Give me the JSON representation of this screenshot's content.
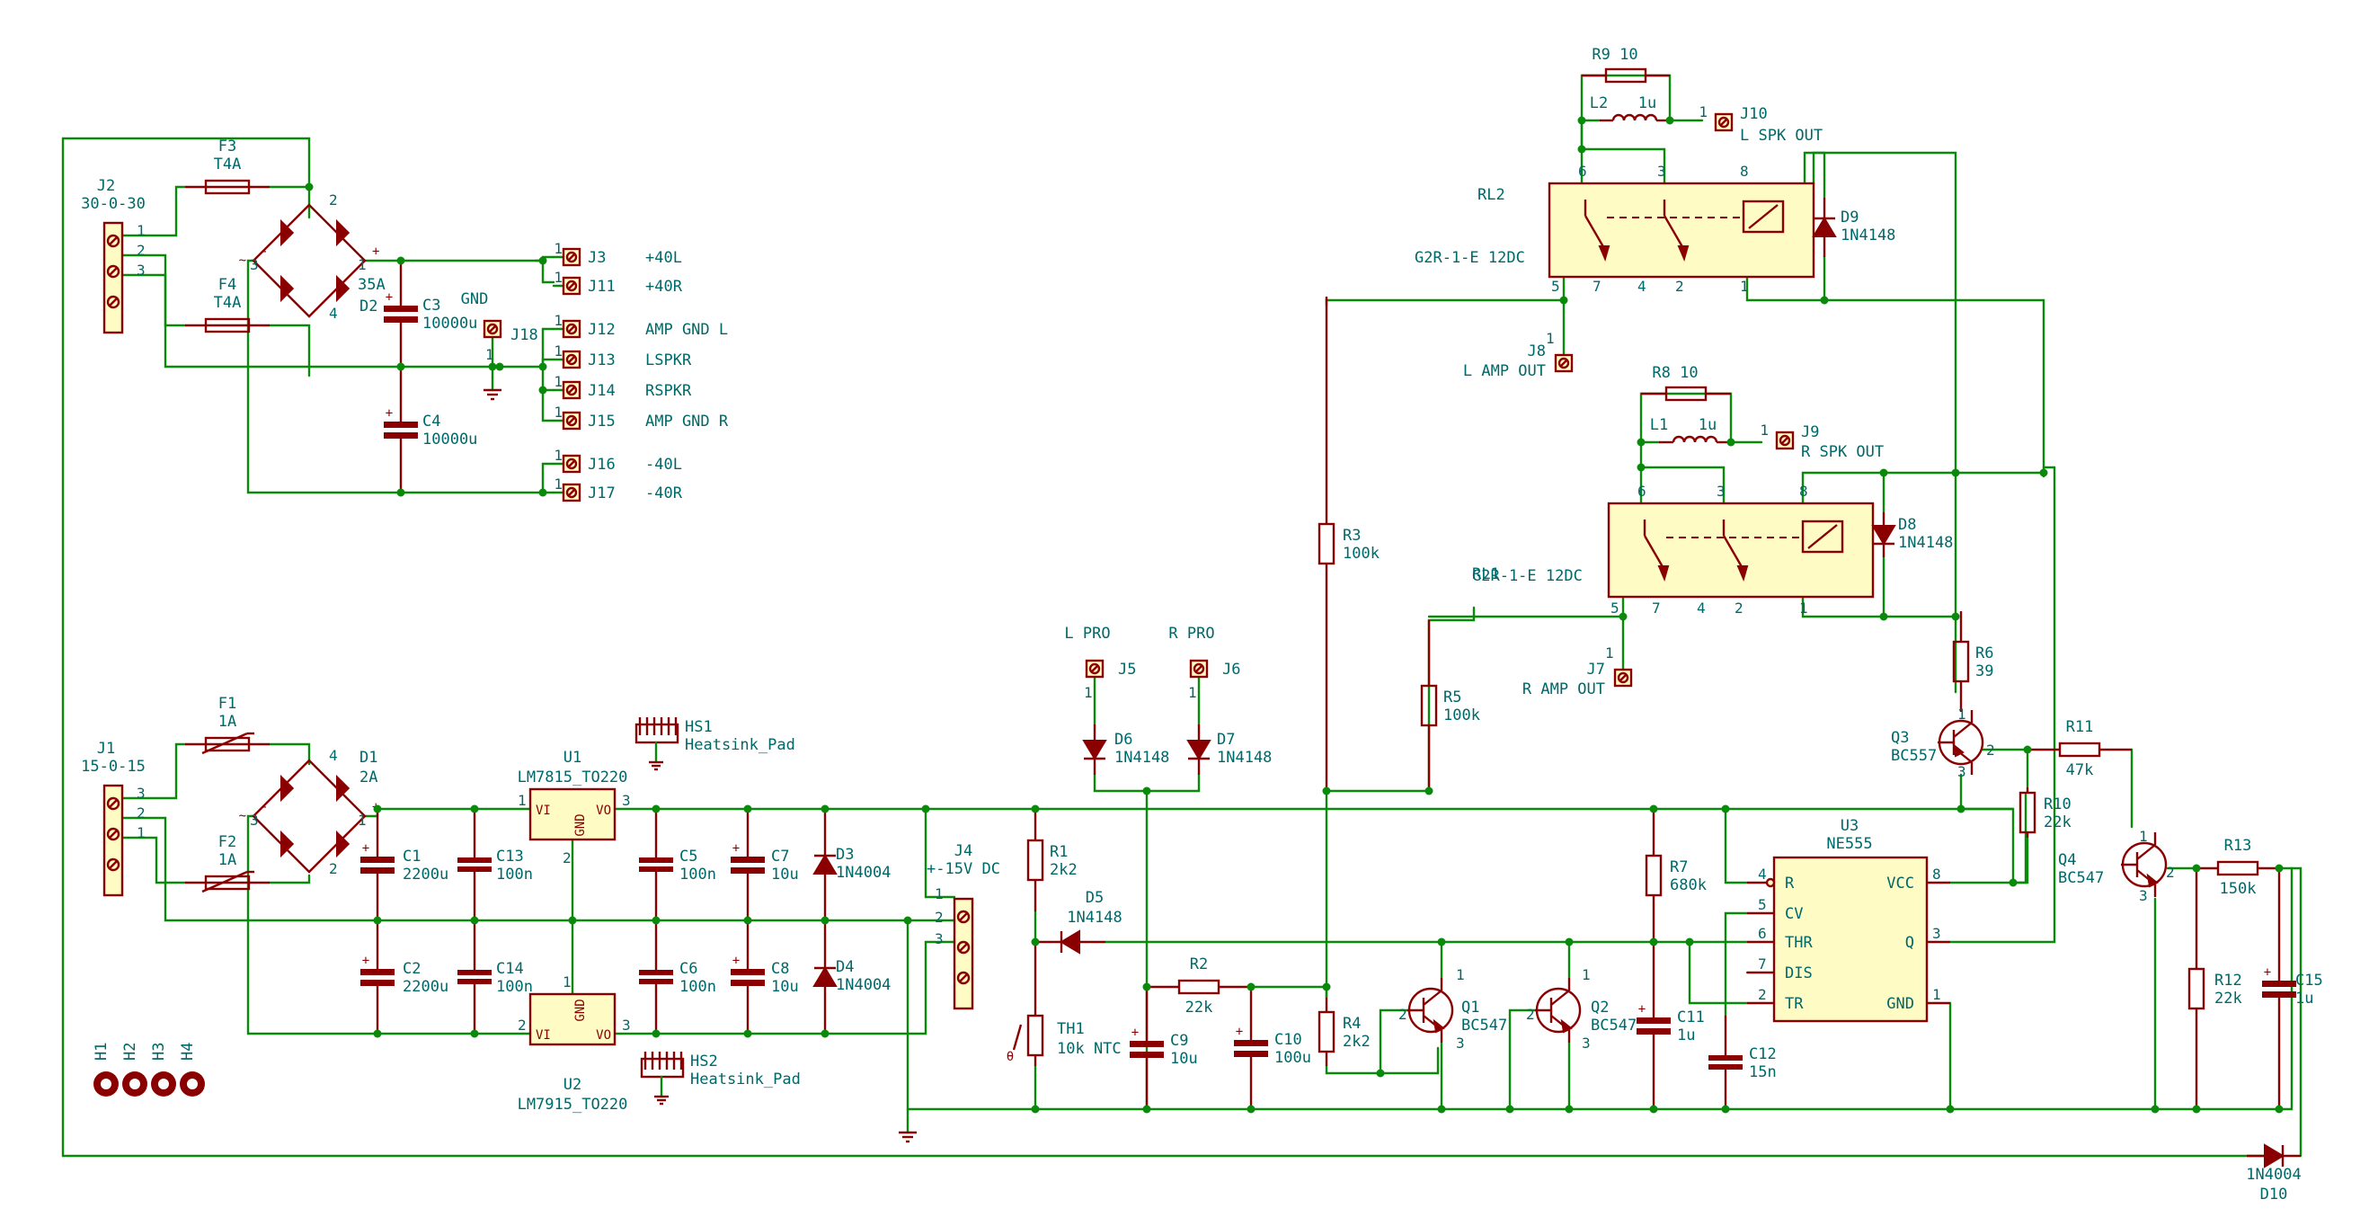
{
  "components": {
    "J1": {
      "ref": "J1",
      "value": "15-0-15",
      "pins": [
        "3",
        "2",
        "1"
      ]
    },
    "J2": {
      "ref": "J2",
      "value": "30-0-30",
      "pins": [
        "1",
        "2",
        "3"
      ]
    },
    "F1": {
      "ref": "F1",
      "value": "1A"
    },
    "F2": {
      "ref": "F2",
      "value": "1A"
    },
    "F3": {
      "ref": "F3",
      "value": "T4A"
    },
    "F4": {
      "ref": "F4",
      "value": "T4A"
    },
    "D1": {
      "ref": "D1",
      "value": "2A"
    },
    "D2": {
      "ref": "D2",
      "value": "35A"
    },
    "C1": {
      "ref": "C1",
      "value": "2200u"
    },
    "C2": {
      "ref": "C2",
      "value": "2200u"
    },
    "C3": {
      "ref": "C3",
      "value": "10000u"
    },
    "C4": {
      "ref": "C4",
      "value": "10000u"
    },
    "C5": {
      "ref": "C5",
      "value": "100n"
    },
    "C6": {
      "ref": "C6",
      "value": "100n"
    },
    "C7": {
      "ref": "C7",
      "value": "10u"
    },
    "C8": {
      "ref": "C8",
      "value": "10u"
    },
    "C9": {
      "ref": "C9",
      "value": "10u"
    },
    "C10": {
      "ref": "C10",
      "value": "100u"
    },
    "C11": {
      "ref": "C11",
      "value": "1u"
    },
    "C12": {
      "ref": "C12",
      "value": "15n"
    },
    "C13": {
      "ref": "C13",
      "value": "100n"
    },
    "C14": {
      "ref": "C14",
      "value": "100n"
    },
    "C15": {
      "ref": "C15",
      "value": "1u"
    },
    "U1": {
      "ref": "U1",
      "value": "LM7815_TO220",
      "vi": "VI",
      "vo": "VO",
      "gnd": "GND"
    },
    "U2": {
      "ref": "U2",
      "value": "LM7915_TO220",
      "vi": "VI",
      "vo": "VO",
      "gnd": "GND"
    },
    "U3": {
      "ref": "U3",
      "value": "NE555",
      "pins": [
        "R",
        "VCC",
        "CV",
        "THR",
        "Q",
        "DIS",
        "TR",
        "GND"
      ]
    },
    "HS1": {
      "ref": "HS1",
      "value": "Heatsink_Pad"
    },
    "HS2": {
      "ref": "HS2",
      "value": "Heatsink_Pad"
    },
    "D3": {
      "ref": "D3",
      "value": "1N4004"
    },
    "D4": {
      "ref": "D4",
      "value": "1N4004"
    },
    "D5": {
      "ref": "D5",
      "value": "1N4148"
    },
    "D6": {
      "ref": "D6",
      "value": "1N4148"
    },
    "D7": {
      "ref": "D7",
      "value": "1N4148"
    },
    "D8": {
      "ref": "D8",
      "value": "1N4148"
    },
    "D9": {
      "ref": "D9",
      "value": "1N4148"
    },
    "D10": {
      "ref": "D10",
      "value": "1N4004"
    },
    "J4": {
      "ref": "J4",
      "value": "+-15V DC"
    },
    "J5": {
      "ref": "J5",
      "value": "L PRO"
    },
    "J6": {
      "ref": "J6",
      "value": "R PRO"
    },
    "J7": {
      "ref": "J7",
      "value": "R AMP OUT"
    },
    "J8": {
      "ref": "J8",
      "value": "L AMP OUT"
    },
    "J9": {
      "ref": "J9",
      "value": "R SPK OUT"
    },
    "J10": {
      "ref": "J10",
      "value": "L SPK OUT"
    },
    "R1": {
      "ref": "R1",
      "value": "2k2"
    },
    "R2": {
      "ref": "R2",
      "value": "22k"
    },
    "R3": {
      "ref": "R3",
      "value": "100k"
    },
    "R4": {
      "ref": "R4",
      "value": "2k2"
    },
    "R5": {
      "ref": "R5",
      "value": "100k"
    },
    "R6": {
      "ref": "R6",
      "value": "39"
    },
    "R7": {
      "ref": "R7",
      "value": "680k"
    },
    "R8": {
      "ref": "R8",
      "value": "10"
    },
    "R9": {
      "ref": "R9",
      "value": "10"
    },
    "R10": {
      "ref": "R10",
      "value": "22k"
    },
    "R11": {
      "ref": "R11",
      "value": "47k"
    },
    "R12": {
      "ref": "R12",
      "value": "22k"
    },
    "R13": {
      "ref": "R13",
      "value": "150k"
    },
    "L1": {
      "ref": "L1",
      "value": "1u"
    },
    "L2": {
      "ref": "L2",
      "value": "1u"
    },
    "TH1": {
      "ref": "TH1",
      "value": "10k NTC"
    },
    "Q1": {
      "ref": "Q1",
      "value": "BC547"
    },
    "Q2": {
      "ref": "Q2",
      "value": "BC547"
    },
    "Q3": {
      "ref": "Q3",
      "value": "BC557"
    },
    "Q4": {
      "ref": "Q4",
      "value": "BC547"
    },
    "RL1": {
      "ref": "RL1",
      "value": "G2R-1-E 12DC"
    },
    "RL2": {
      "ref": "RL2",
      "value": "G2R-1-E 12DC"
    },
    "GND": {
      "ref": "GND"
    },
    "J18": {
      "ref": "J18"
    }
  },
  "terminals": [
    {
      "ref": "J3",
      "label": "+40L"
    },
    {
      "ref": "J11",
      "label": "+40R"
    },
    {
      "ref": "J12",
      "label": "AMP GND L"
    },
    {
      "ref": "J13",
      "label": "LSPKR"
    },
    {
      "ref": "J14",
      "label": "RSPKR"
    },
    {
      "ref": "J15",
      "label": "AMP GND R"
    },
    {
      "ref": "J16",
      "label": "-40L"
    },
    {
      "ref": "J17",
      "label": "-40R"
    }
  ],
  "holes": [
    "H1",
    "H2",
    "H3",
    "H4"
  ],
  "colors": {
    "wire": "#0a8a0a",
    "component": "#8a0000",
    "text": "#006868",
    "body": "#fffbc4"
  }
}
